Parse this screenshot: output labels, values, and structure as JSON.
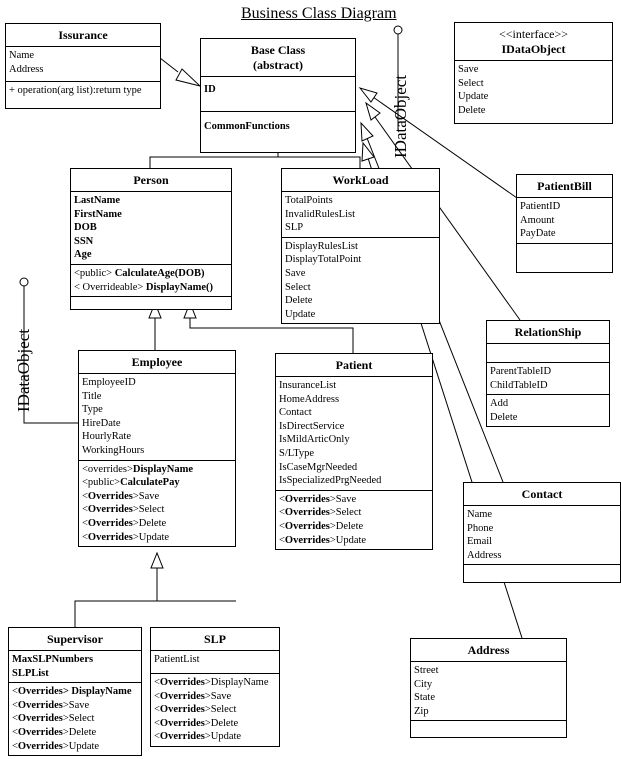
{
  "title": "Business Class Diagram",
  "interface_label": "IDataObject",
  "classes": {
    "issurance": {
      "name": "Issurance",
      "attrs": [
        "Name",
        "Address"
      ],
      "ops": [
        "+ operation(arg list):return type"
      ]
    },
    "base": {
      "name": "Base Class",
      "stereotype": "(abstract)",
      "attrs": [
        "ID"
      ],
      "ops": [
        "CommonFunctions"
      ]
    },
    "idataobject": {
      "stereotype": "<<interface>>",
      "name": "IDataObject",
      "ops": [
        "Save",
        "Select",
        "Update",
        "Delete"
      ]
    },
    "person": {
      "name": "Person",
      "attrs": [
        "LastName",
        "FirstName",
        "DOB",
        "SSN",
        "Age"
      ],
      "ops": [
        {
          "pre": "<public>",
          "mid": " CalculateAge(DOB)"
        },
        {
          "pre": "< Overrideable> ",
          "mid": "DisplayName()"
        }
      ]
    },
    "workload": {
      "name": "WorkLoad",
      "attrs": [
        "TotalPoints",
        "InvalidRulesList",
        "SLP"
      ],
      "ops": [
        "DisplayRulesList",
        "DisplayTotalPoint",
        "Save",
        "Select",
        "Delete",
        "Update"
      ]
    },
    "patientbill": {
      "name": "PatientBill",
      "attrs": [
        "PatientID",
        "Amount",
        "PayDate"
      ]
    },
    "relationship": {
      "name": "RelationShip",
      "attrs": [
        "ParentTableID",
        "ChildTableID"
      ],
      "ops": [
        "Add",
        "Delete"
      ]
    },
    "employee": {
      "name": "Employee",
      "attrs": [
        "EmployeeID",
        "Title",
        "Type",
        "HireDate",
        "HourlyRate",
        "WorkingHours"
      ],
      "ops": [
        {
          "pre": "<overrides>",
          "mid": "DisplayName"
        },
        {
          "pre": "<public>",
          "mid": "CalculatePay"
        },
        {
          "pre": "<",
          "kw": "Overrides",
          "post": ">Save"
        },
        {
          "pre": "<",
          "kw": "Overrides",
          "post": ">Select"
        },
        {
          "pre": "<",
          "kw": "Overrides",
          "post": ">Delete"
        },
        {
          "pre": "<",
          "kw": "Overrides",
          "post": ">Update"
        }
      ]
    },
    "patient": {
      "name": "Patient",
      "attrs": [
        "InsuranceList",
        "HomeAddress",
        "Contact",
        "IsDirectService",
        "IsMildArticOnly",
        "S/LType",
        "IsCaseMgrNeeded",
        "IsSpecializedPrgNeeded"
      ],
      "ops": [
        {
          "pre": "<",
          "kw": "Overrides",
          "post": ">Save"
        },
        {
          "pre": "<",
          "kw": "Overrides",
          "post": ">Select"
        },
        {
          "pre": "<",
          "kw": "Overrides",
          "post": ">Delete"
        },
        {
          "pre": "<",
          "kw": "Overrides",
          "post": ">Update"
        }
      ]
    },
    "contact": {
      "name": "Contact",
      "attrs": [
        "Name",
        "Phone",
        "Email",
        "Address"
      ]
    },
    "supervisor": {
      "name": "Supervisor",
      "attrs": [
        "MaxSLPNumbers",
        "SLPList"
      ],
      "ops": [
        {
          "pre": "<",
          "kw": "Overrides",
          "post": "> DisplayName",
          "postBold": true
        },
        {
          "pre": "<",
          "kw": "Overrides",
          "post": ">Save"
        },
        {
          "pre": "<",
          "kw": "Overrides",
          "post": ">Select"
        },
        {
          "pre": "<",
          "kw": "Overrides",
          "post": ">Delete"
        },
        {
          "pre": "<",
          "kw": "Overrides",
          "post": ">Update"
        }
      ]
    },
    "slp": {
      "name": "SLP",
      "attrs": [
        "PatientList"
      ],
      "ops": [
        {
          "pre": "<",
          "kw": "Overrides",
          "post": ">DisplayName"
        },
        {
          "pre": "<",
          "kw": "Overrides",
          "post": ">Save"
        },
        {
          "pre": "<",
          "kw": "Overrides",
          "post": ">Select"
        },
        {
          "pre": "<",
          "kw": "Overrides",
          "post": ">Delete"
        },
        {
          "pre": "<",
          "kw": "Overrides",
          "post": ">Update"
        }
      ]
    },
    "address": {
      "name": "Address",
      "attrs": [
        "Street",
        "City",
        "State",
        "Zip"
      ]
    }
  }
}
